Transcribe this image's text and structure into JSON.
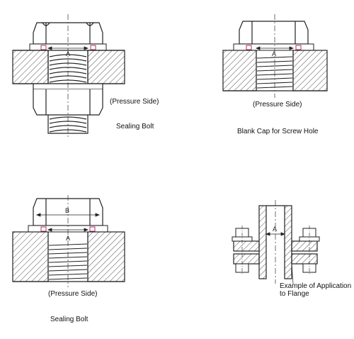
{
  "figures": [
    {
      "id": "sealing-bolt-top",
      "dimension_label": "A",
      "pressure_label": "(Pressure Side)",
      "caption": "Sealing Bolt"
    },
    {
      "id": "blank-cap",
      "dimension_label": "A",
      "pressure_label": "(Pressure Side)",
      "caption": "Blank Cap for Screw Hole"
    },
    {
      "id": "sealing-bolt-bottom",
      "dimension_label_outer": "B",
      "dimension_label": "A",
      "pressure_label": "(Pressure Side)",
      "caption": "Sealing Bolt"
    },
    {
      "id": "flange-example",
      "dimension_label": "A",
      "caption_line1": "Example of Application",
      "caption_line2": "to Flange"
    }
  ],
  "colors": {
    "line": "#222222",
    "hatch": "#555555",
    "seal": "#b0306a"
  }
}
